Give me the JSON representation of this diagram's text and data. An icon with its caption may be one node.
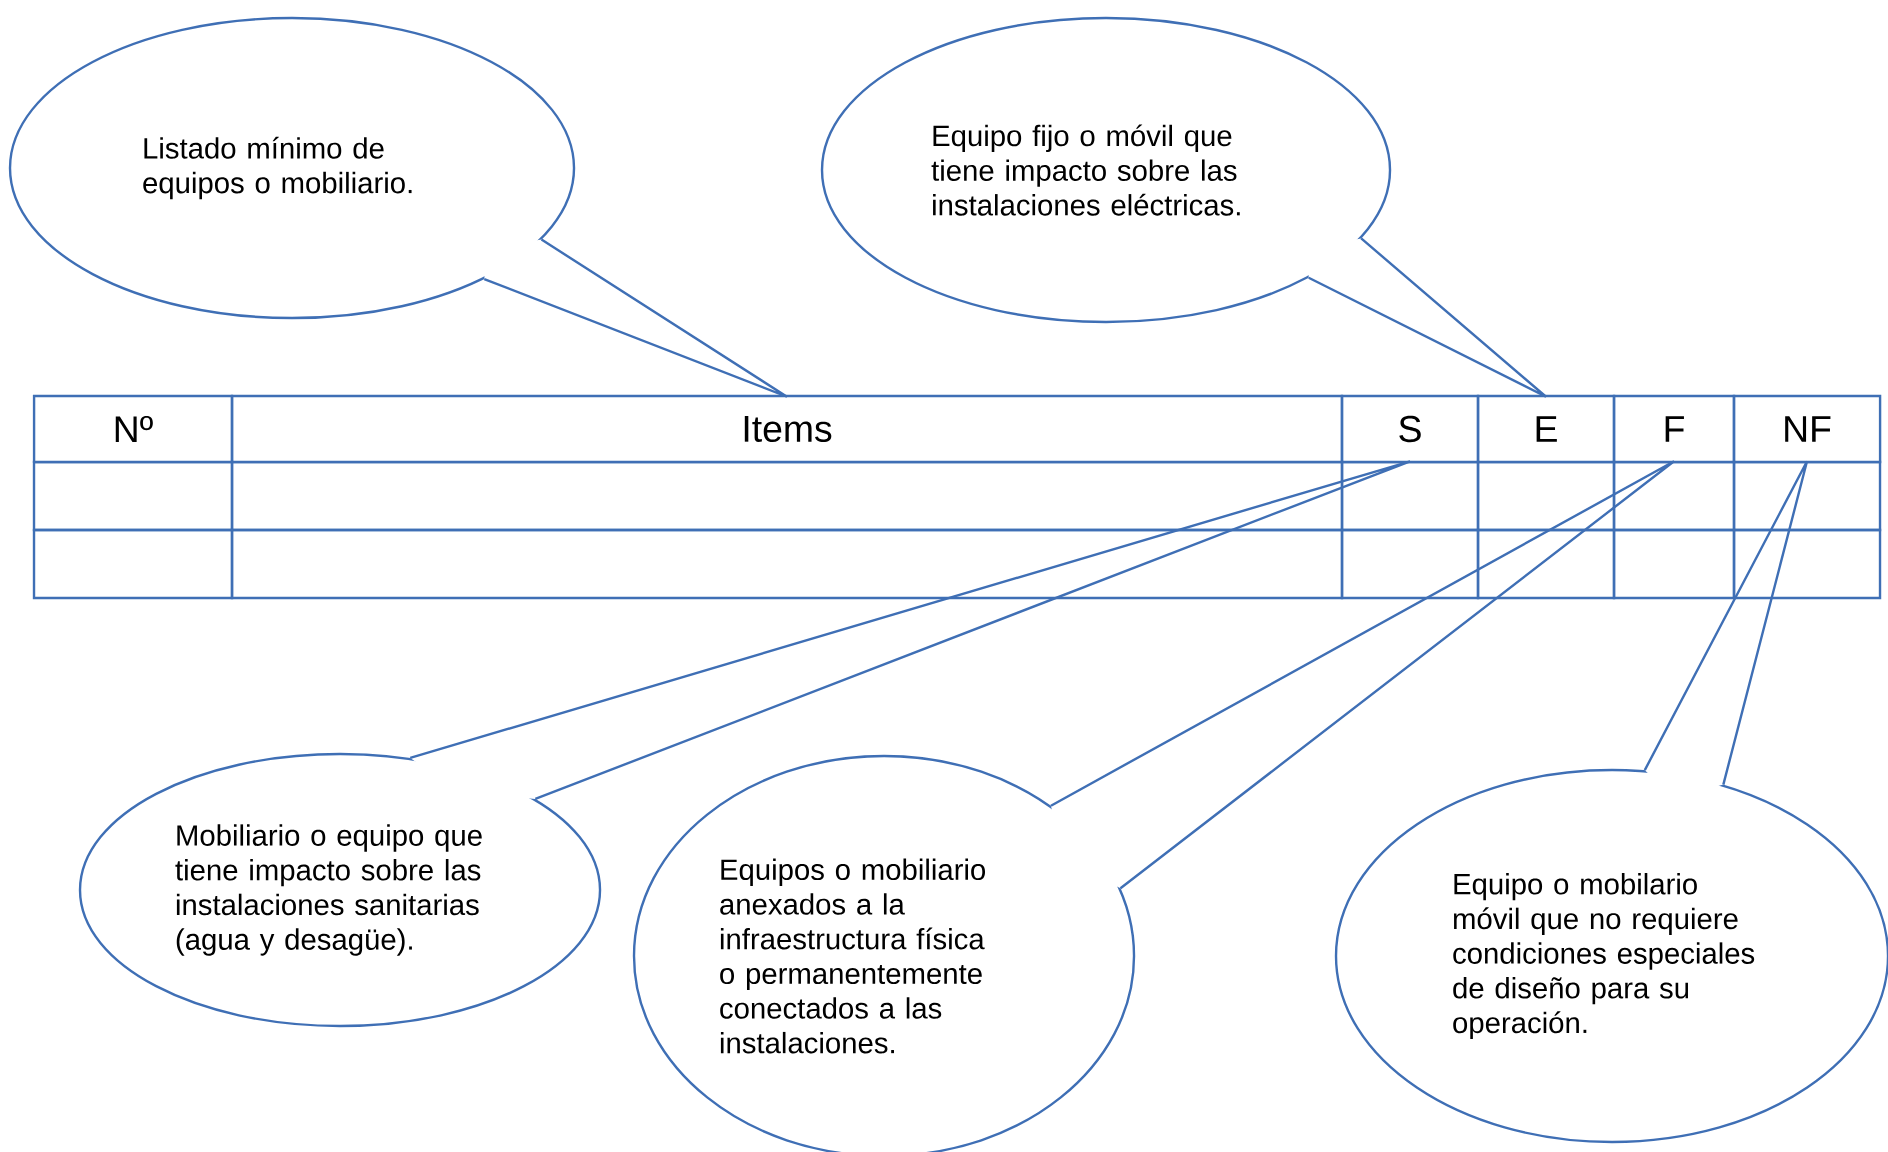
{
  "diagram": {
    "nodes": [
      {
        "text": [
          "Listado mínimo de equipos o mobiliario."
        ]
      },
      {
        "text": [
          "Equipo fijo o móvil que tiene impacto sobre las instalaciones eléctricas."
        ]
      },
      {
        "text": [
          "Nº"
        ]
      },
      {
        "text": [
          "Items"
        ]
      },
      {
        "text": [
          "S"
        ]
      },
      {
        "text": [
          "E"
        ]
      },
      {
        "text": [
          "F"
        ]
      },
      {
        "text": [
          "NF"
        ]
      },
      {
        "text": [
          "Mobiliario o equipo que tiene impacto sobre las instalaciones sanitarias (agua y desagüe)."
        ]
      },
      {
        "text": [
          "Equipos o mobiliario anexados a la infraestructura física o permanentemente conectados a las instalaciones."
        ]
      },
      {
        "text": [
          "Equipo o mobilario móvil que no requiere condiciones especiales de diseño para su operación."
        ]
      }
    ],
    "edges": [
      {
        "from": 0,
        "to": 3,
        "arrow": "none"
      },
      {
        "from": 1,
        "to": 5,
        "arrow": "none"
      },
      {
        "from": 8,
        "to": 4,
        "arrow": "none"
      },
      {
        "from": 9,
        "to": 6,
        "arrow": "none"
      },
      {
        "from": 10,
        "to": 7,
        "arrow": "none"
      }
    ]
  }
}
